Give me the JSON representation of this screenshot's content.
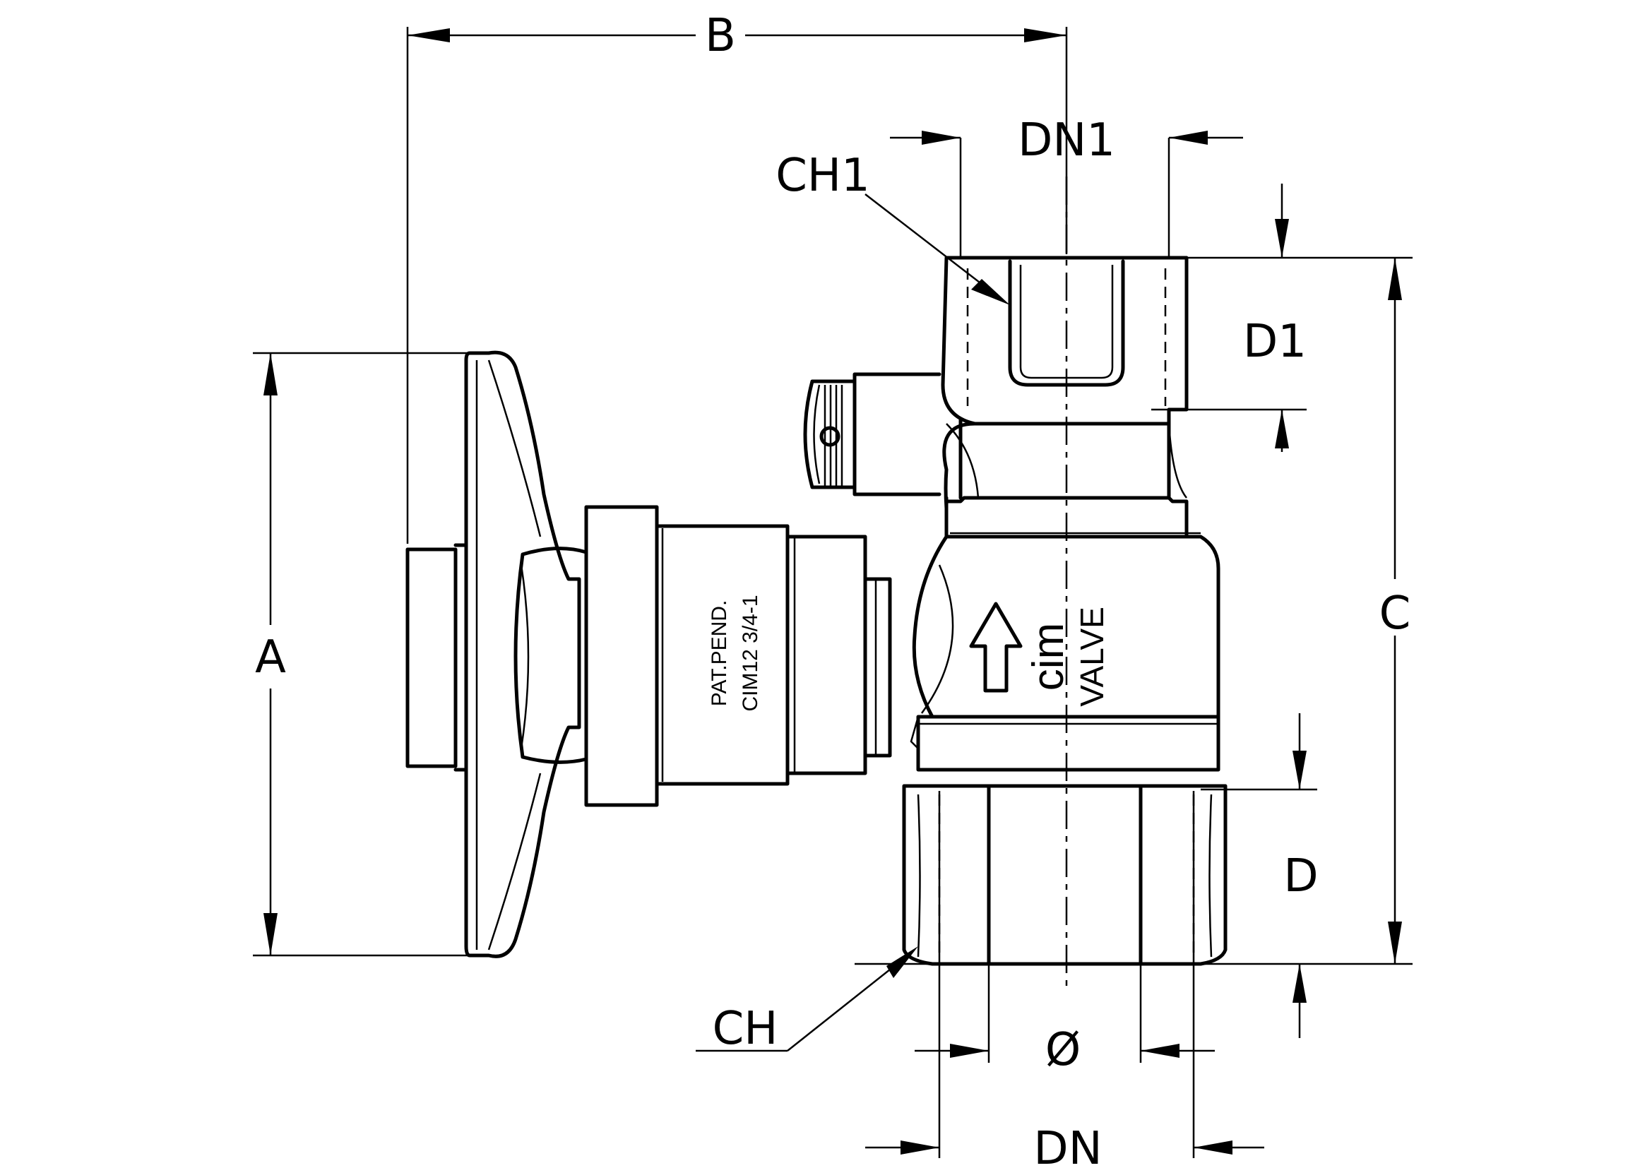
{
  "labels": {
    "a": "A",
    "b": "B",
    "c": "C",
    "d": "D",
    "d1": "D1",
    "dn": "DN",
    "dn1": "DN1",
    "ch": "CH",
    "ch1": "CH1",
    "phi": "Ø"
  },
  "body_marking": {
    "line1": "PAT.PEND.",
    "line2": "CIM12 3/4-1",
    "brand": "cim",
    "brand_sub": "VALVE"
  }
}
